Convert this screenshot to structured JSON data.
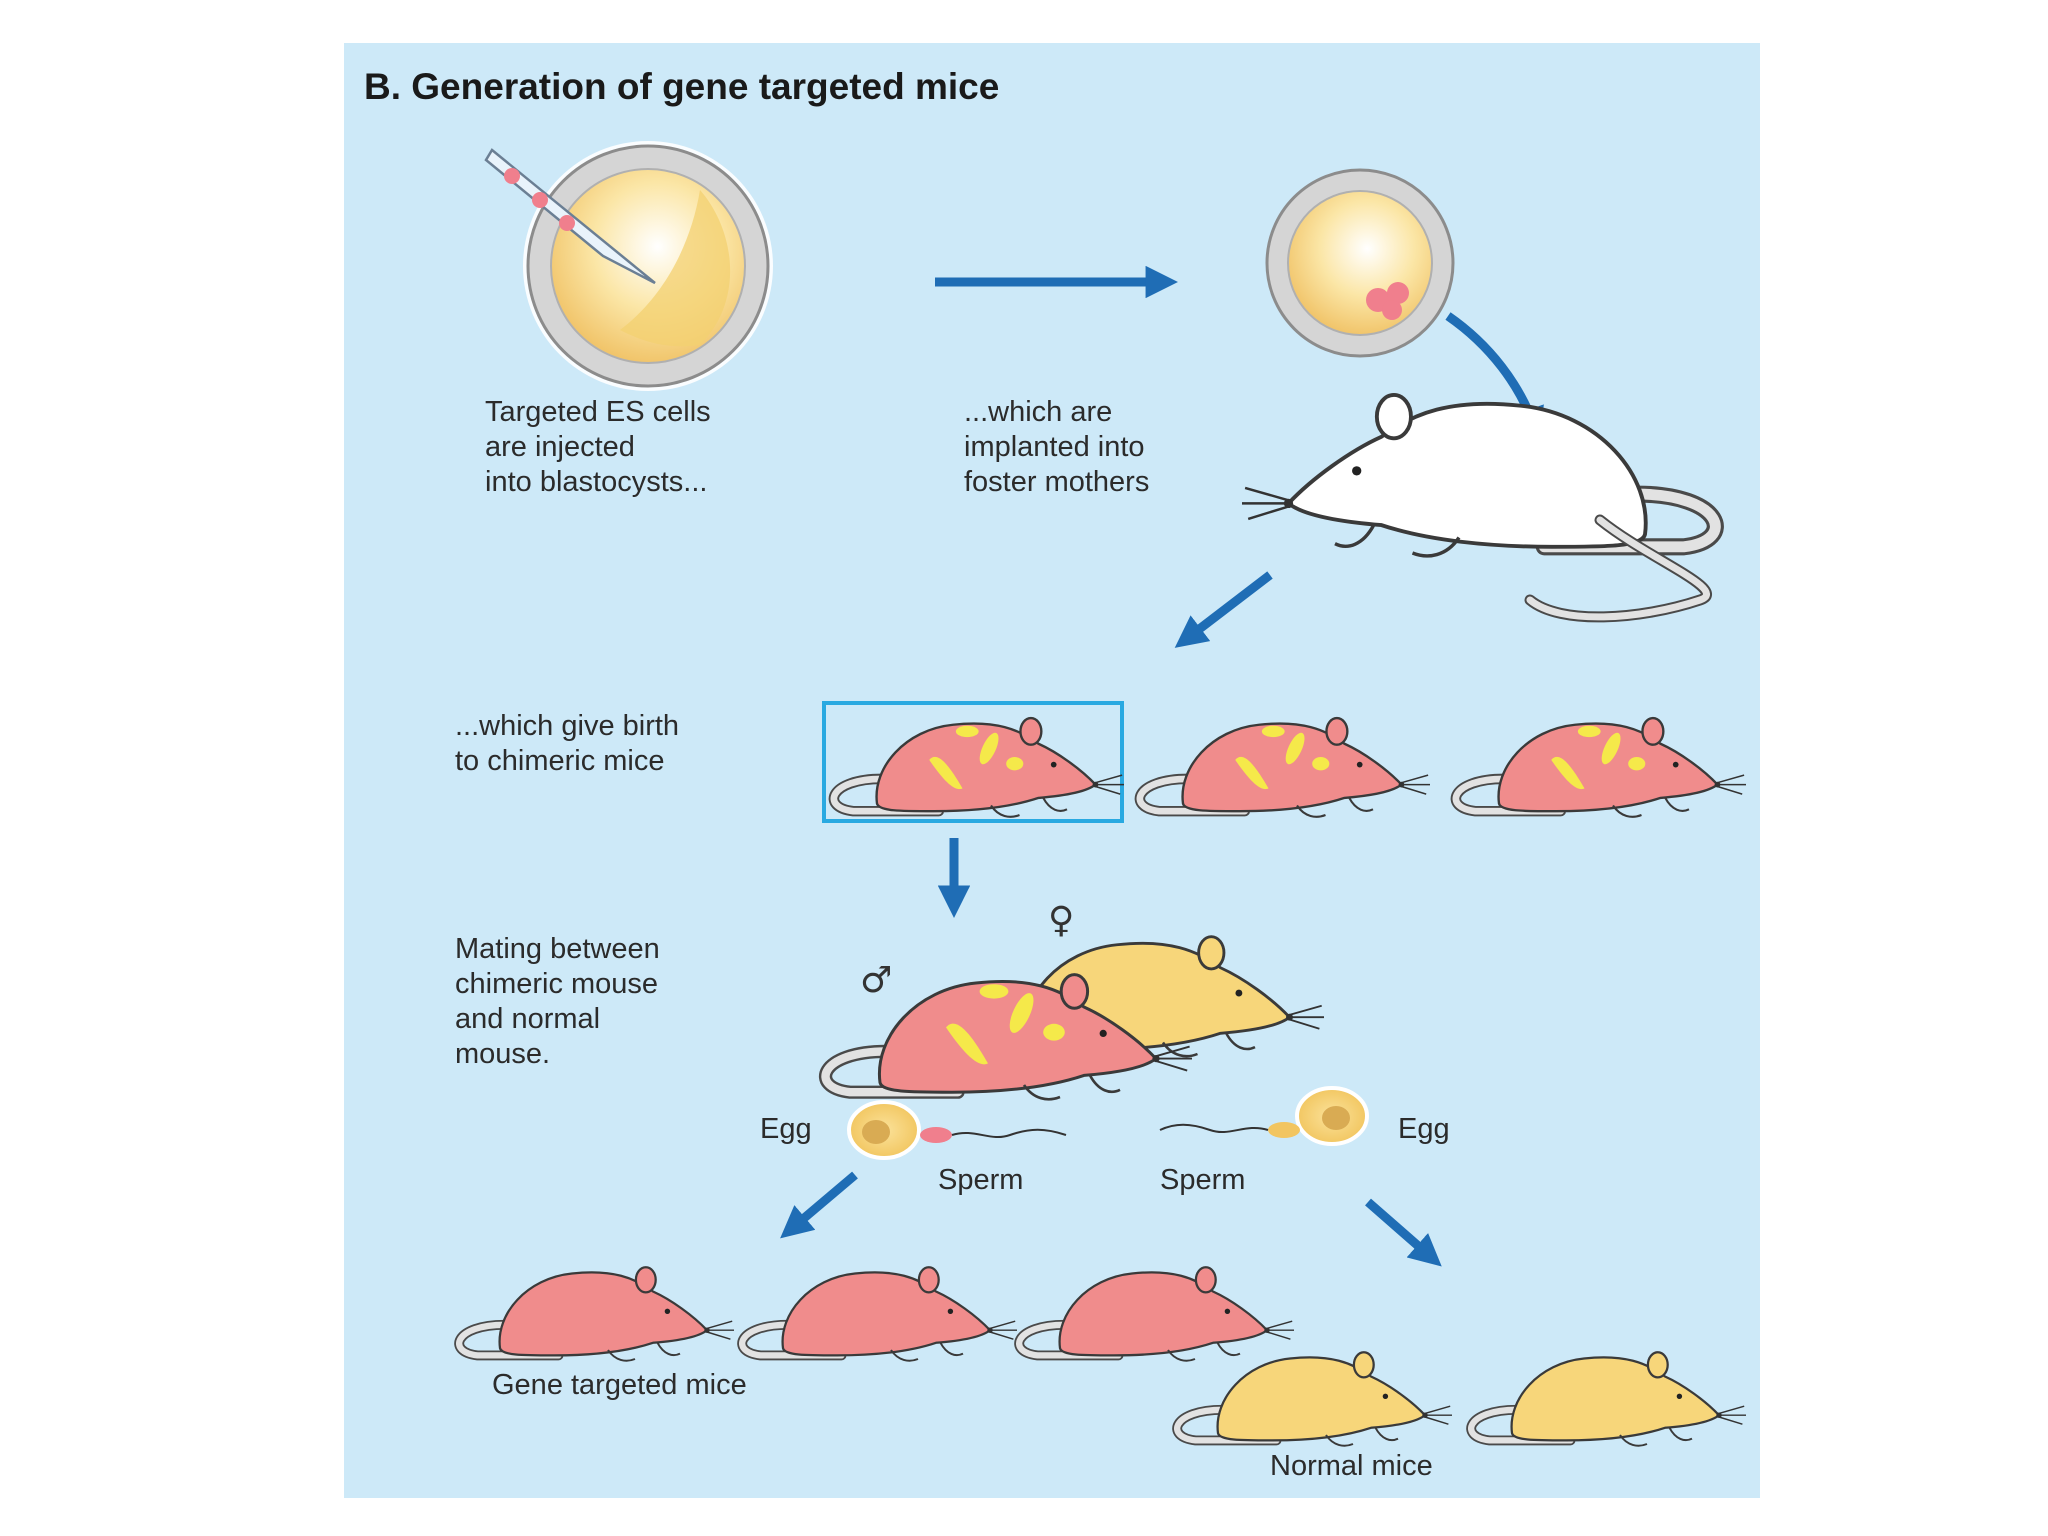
{
  "title": "B.  Generation of gene targeted mice",
  "steps": {
    "inject": [
      "Targeted ES cells",
      "are injected",
      "into blastocysts..."
    ],
    "implant": [
      "...which are",
      "implanted into",
      "foster mothers"
    ],
    "birth": [
      "...which give birth",
      "to chimeric mice"
    ],
    "mating": [
      "Mating between",
      "chimeric mouse",
      "and normal",
      "mouse."
    ]
  },
  "gametes": {
    "egg_left": "Egg",
    "sperm_left": "Sperm",
    "sperm_right": "Sperm",
    "egg_right": "Egg"
  },
  "symbols": {
    "male": "♂",
    "female": "♀"
  },
  "results": {
    "gene_targeted": "Gene targeted mice",
    "normal": "Normal mice"
  },
  "colors": {
    "background": "#cde9f8",
    "arrow": "#1f6db5",
    "chimeric": "#f08c8c",
    "patch": "#f5e94a",
    "normal": "#f7d67a",
    "white_mouse": "#ffffff",
    "highlight": "#29a9e1"
  }
}
